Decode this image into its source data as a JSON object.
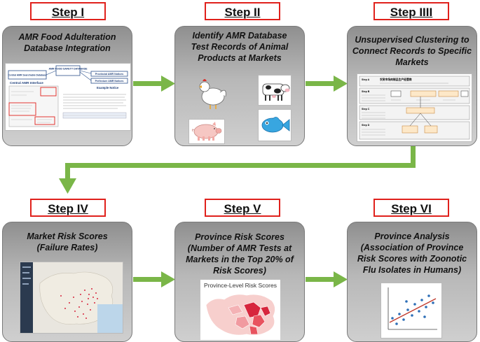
{
  "steps": [
    {
      "label": "Step I",
      "title_lines": [
        "AMR Food Adulteration",
        "Database Integration"
      ]
    },
    {
      "label": "Step II",
      "title_lines": [
        "Identify AMR Database",
        "Test Records of Animal",
        "Products at Markets"
      ]
    },
    {
      "label": "Step IIII",
      "title_lines": [
        "Unsupervised Clustering to",
        "Connect Records to Specific",
        "Markets"
      ]
    },
    {
      "label": "Step IV",
      "title_lines": [
        "Market Risk Scores",
        "(Failure Rates)"
      ]
    },
    {
      "label": "Step V",
      "title_lines": [
        "Province Risk Scores",
        "(Number of AMR Tests at",
        "Markets in the Top 20% of",
        "Risk Scores)"
      ]
    },
    {
      "label": "Step VI",
      "title_lines": [
        "Province Analysis",
        "(Association of Province",
        "Risk Scores with Zoonotic",
        "Flu Isolates in Humans)"
      ]
    }
  ],
  "step1_card": {
    "center_box": "AMR FOOD SAFETY DATABASE",
    "left_box": "Central AMR Searchable Database",
    "right_box_1": "Provincial AMR Notices",
    "right_box_2": "Prefecture AMR Notices",
    "interface_title": "Central AMR Interface",
    "example_title": "Example Notice"
  },
  "step3_card": {
    "rows": [
      "Step A",
      "Step B",
      "Step C",
      "Step D"
    ],
    "chinese_title": "农贸市场肉制品生产经营商"
  },
  "step5_card": {
    "map_title": "Province-Level Risk Scores"
  },
  "colors": {
    "step_border": "#e0211c",
    "arrow": "#7ab648",
    "panel_dark": "#8f8f8f",
    "panel_light": "#cfcfcf",
    "map_high": "#d7263d",
    "regression_line": "#c0392b",
    "scatter_points": "#2e6fb7"
  },
  "icons": [
    "chicken-icon",
    "cow-icon",
    "pig-icon",
    "fish-icon"
  ]
}
